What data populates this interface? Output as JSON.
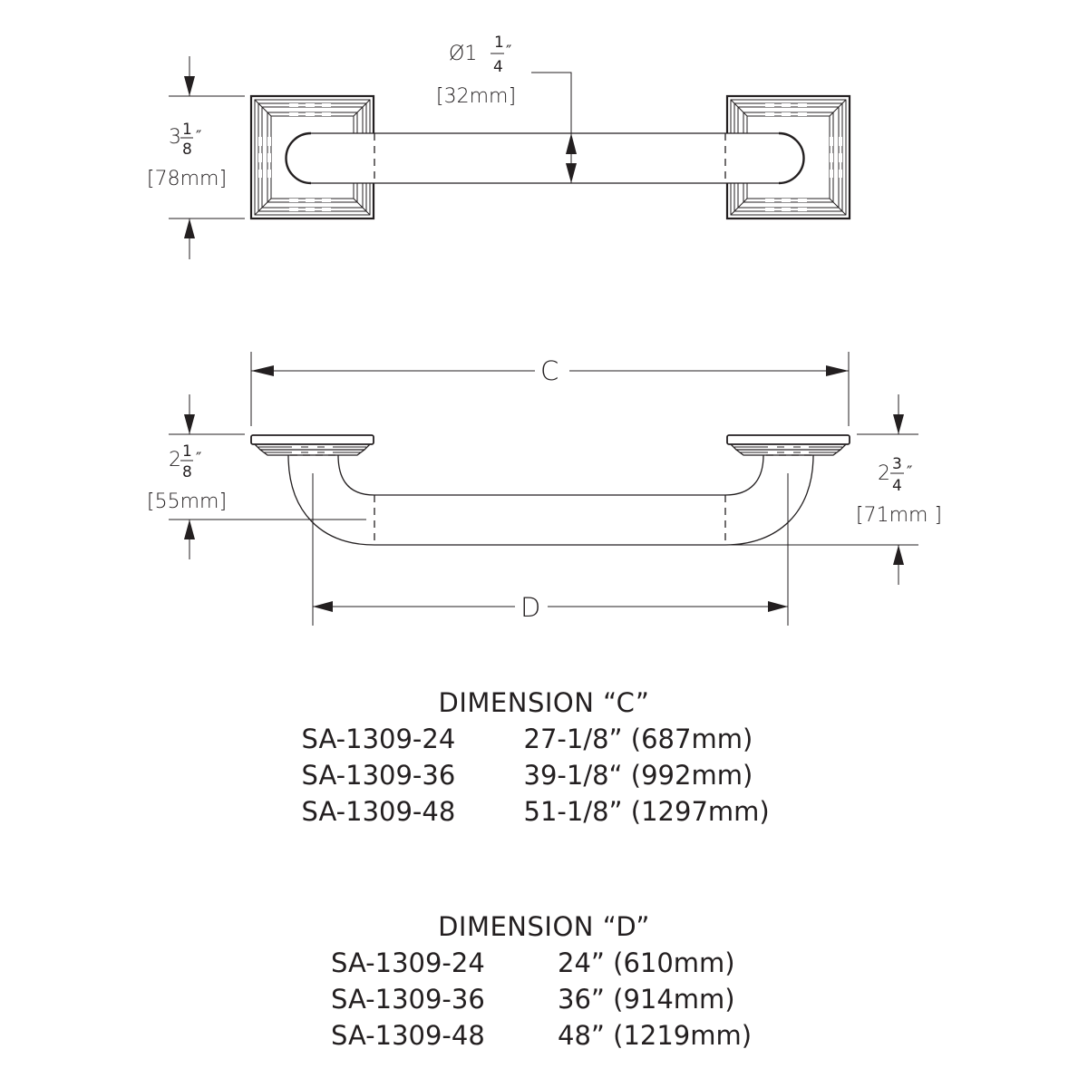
{
  "drawing": {
    "top_view": {
      "height_label": {
        "whole": "3",
        "num": "1",
        "den": "8",
        "unit": "″",
        "metric": "[78mm]"
      },
      "diameter_label": {
        "prefix": "Ø1",
        "num": "1",
        "den": "4",
        "unit": "″",
        "metric": "[32mm]"
      }
    },
    "side_view": {
      "overall_label": "C",
      "center_label": "D",
      "left_height_label": {
        "whole": "2",
        "num": "1",
        "den": "8",
        "unit": "″",
        "metric": "[55mm]"
      },
      "right_height_label": {
        "whole": "2",
        "num": "3",
        "den": "4",
        "unit": "″",
        "metric": "[71mm ]"
      }
    }
  },
  "dimension_c": {
    "title": "DIMENSION “C”",
    "rows": [
      {
        "model": "SA-1309-24",
        "value": "27-1/8” (687mm)"
      },
      {
        "model": "SA-1309-36",
        "value": "39-1/8“ (992mm)"
      },
      {
        "model": "SA-1309-48",
        "value": "51-1/8” (1297mm)"
      }
    ]
  },
  "dimension_d": {
    "title": "DIMENSION “D”",
    "rows": [
      {
        "model": "SA-1309-24",
        "value": "24” (610mm)"
      },
      {
        "model": "SA-1309-36",
        "value": "36” (914mm)"
      },
      {
        "model": "SA-1309-48",
        "value": "48” (1219mm)"
      }
    ]
  },
  "colors": {
    "ink": "#231f20",
    "background": "#ffffff"
  }
}
